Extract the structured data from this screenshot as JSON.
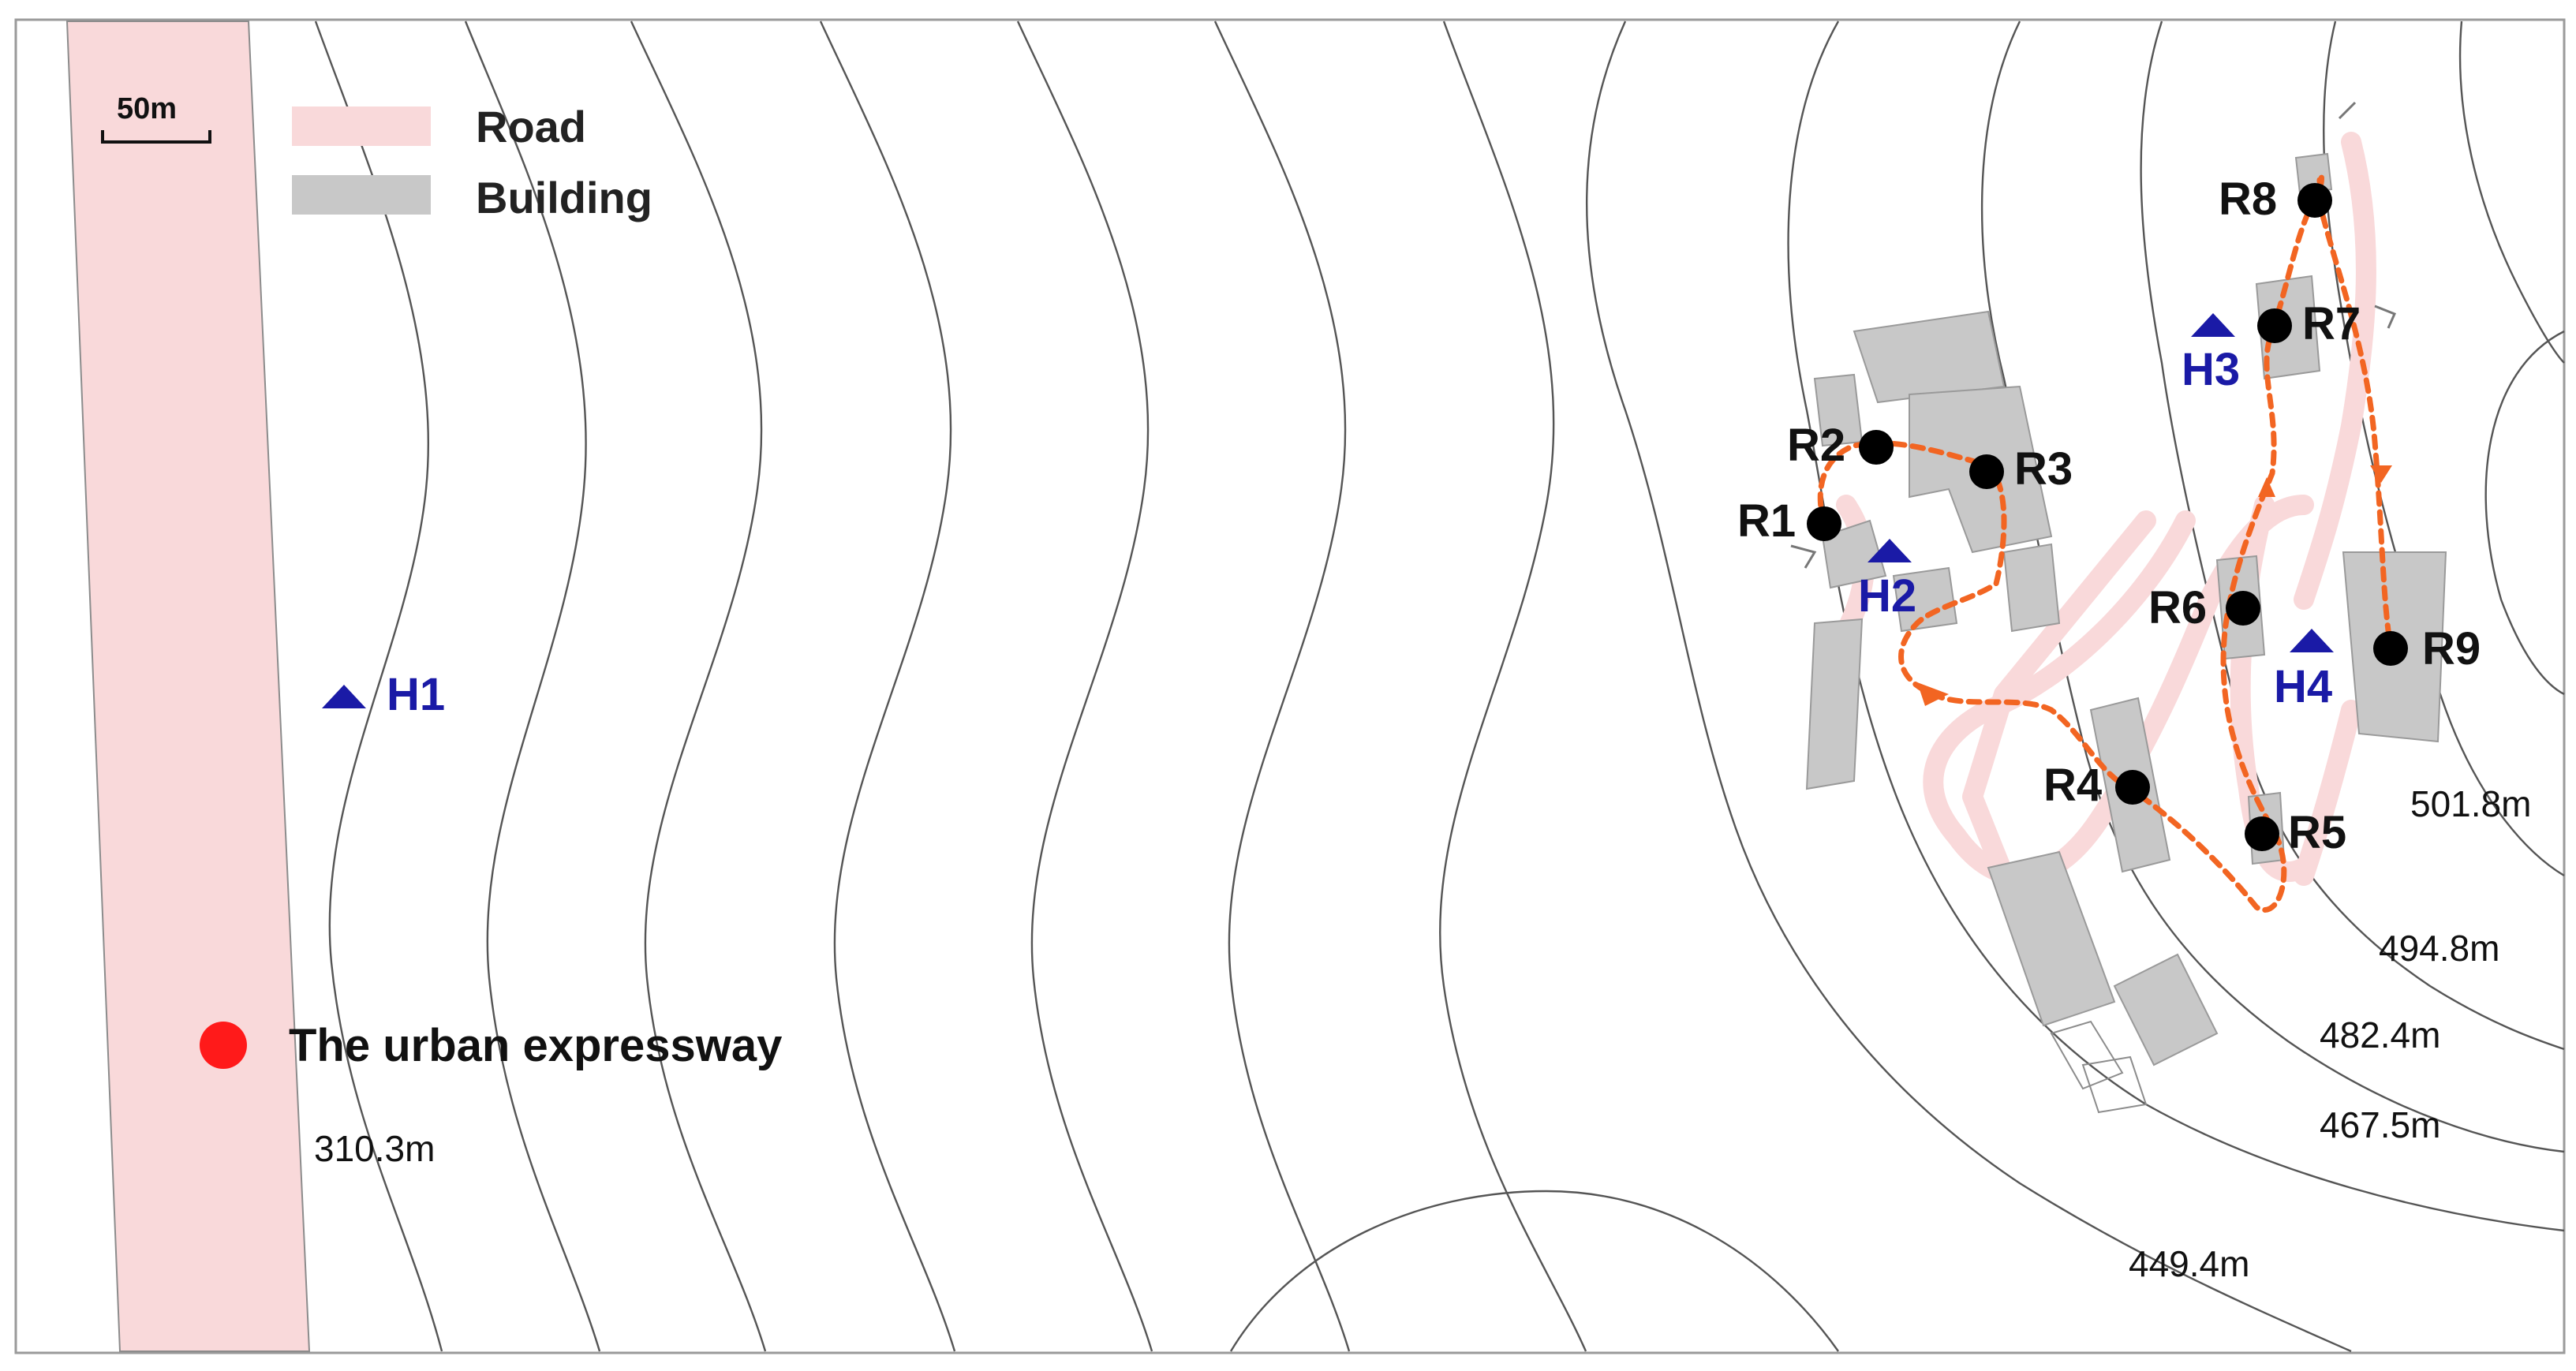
{
  "legend": {
    "road_label": "Road",
    "building_label": "Building",
    "road_color": "#f9d9da",
    "building_color": "#c8c8c8"
  },
  "scale_bar": {
    "label": "50m"
  },
  "expressway": {
    "label": "The urban expressway",
    "color": "#ff1a1a"
  },
  "receivers": [
    {
      "id": "R1",
      "label": "R1"
    },
    {
      "id": "R2",
      "label": "R2"
    },
    {
      "id": "R3",
      "label": "R3"
    },
    {
      "id": "R4",
      "label": "R4"
    },
    {
      "id": "R5",
      "label": "R5"
    },
    {
      "id": "R6",
      "label": "R6"
    },
    {
      "id": "R7",
      "label": "R7"
    },
    {
      "id": "R8",
      "label": "R8"
    },
    {
      "id": "R9",
      "label": "R9"
    }
  ],
  "height_points": [
    {
      "id": "H1",
      "label": "H1"
    },
    {
      "id": "H2",
      "label": "H2"
    },
    {
      "id": "H3",
      "label": "H3"
    },
    {
      "id": "H4",
      "label": "H4"
    }
  ],
  "elevations": [
    {
      "label": "310.3m"
    },
    {
      "label": "449.4m"
    },
    {
      "label": "467.5m"
    },
    {
      "label": "482.4m"
    },
    {
      "label": "494.8m"
    },
    {
      "label": "501.8m"
    }
  ],
  "colors": {
    "route": "#f26522",
    "marker": "#1a1aa6",
    "receiver_dot": "#000000",
    "contour": "#555555"
  }
}
